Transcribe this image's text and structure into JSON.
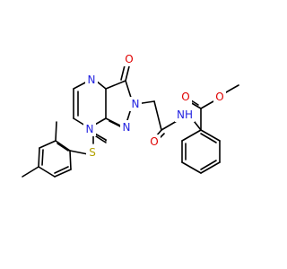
{
  "diagram": {
    "type": "skeletal-structure",
    "colors": {
      "bond": "#000000",
      "nitrogen": "#1f1fe0",
      "oxygen": "#e00000",
      "sulfur": "#b3a100",
      "background": "#ffffff"
    },
    "atom_labels": {
      "n_ring_top": "N",
      "n_ring_bottom": "N",
      "n_triazole_2": "N",
      "n_triazole_1": "N",
      "o_carbonyl_ring": "O",
      "o_amide": "O",
      "nh_amide": "NH",
      "o_ester_carbonyl": "O",
      "o_ester": "O",
      "s_thioether": "S"
    }
  }
}
